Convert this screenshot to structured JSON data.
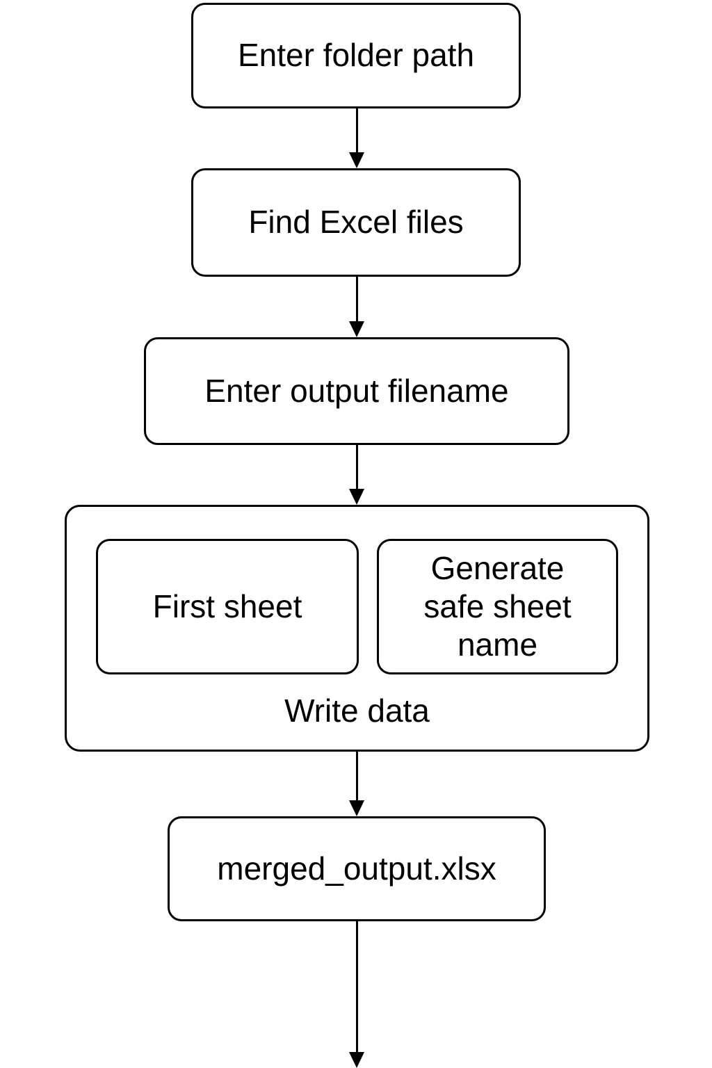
{
  "diagram": {
    "type": "flowchart",
    "direction": "top-down",
    "colors": {
      "background": "#ffffff",
      "stroke": "#000000",
      "text": "#000000"
    },
    "nodes": [
      {
        "id": "enter-folder-path",
        "label": "Enter folder path",
        "kind": "process"
      },
      {
        "id": "find-excel-files",
        "label": "Find Excel files",
        "kind": "process"
      },
      {
        "id": "enter-output-filename",
        "label": "Enter output filename",
        "kind": "process"
      },
      {
        "id": "write-data",
        "label": "Write data",
        "kind": "group",
        "children": [
          "first-sheet",
          "generate-safe-sheet-name"
        ]
      },
      {
        "id": "first-sheet",
        "label": "First sheet",
        "kind": "process"
      },
      {
        "id": "generate-safe-sheet-name",
        "label": "Generate safe sheet name",
        "kind": "process"
      },
      {
        "id": "merged-output",
        "label": "merged_output.xlsx",
        "kind": "output"
      }
    ],
    "edges": [
      {
        "from": "enter-folder-path",
        "to": "find-excel-files"
      },
      {
        "from": "find-excel-files",
        "to": "enter-output-filename"
      },
      {
        "from": "enter-output-filename",
        "to": "write-data"
      },
      {
        "from": "write-data",
        "to": "merged-output"
      },
      {
        "from": "merged-output",
        "to": "off-canvas-bottom"
      }
    ]
  }
}
